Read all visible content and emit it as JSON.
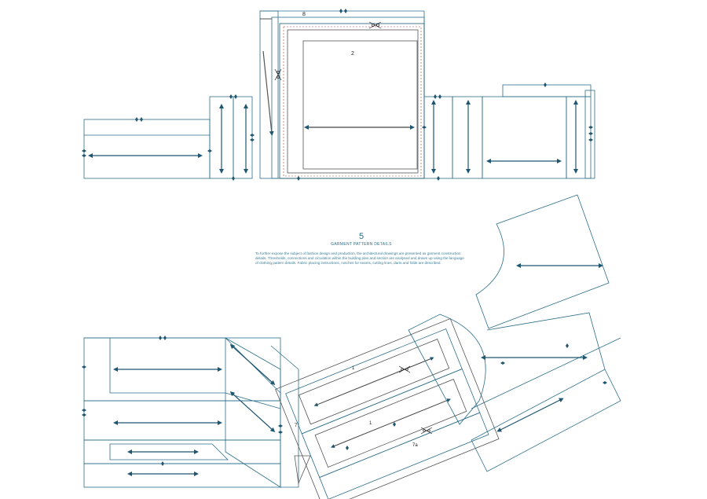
{
  "section": {
    "number": "5",
    "title": "GARMENT PATTERN DETAILS",
    "body": "To further expose the subject of fashion design and production, the architectural drawings are presented as garment construction details. Thresholds, connections and circulation within the building plan and section are analysed and drawn up using the language of clothing pattern details. Fabric placing instructions, notches for seams, cutting lines, darts and folds are described."
  },
  "piece_labels": {
    "p8": "8",
    "p2": "2",
    "p1a": "1",
    "p1b": "1",
    "p7": "7",
    "p7a": "7a"
  },
  "colors": {
    "pattern_line": "#2b6e8a",
    "notch": "#1f5670",
    "dashed": "#c0392b",
    "black": "#222222"
  }
}
